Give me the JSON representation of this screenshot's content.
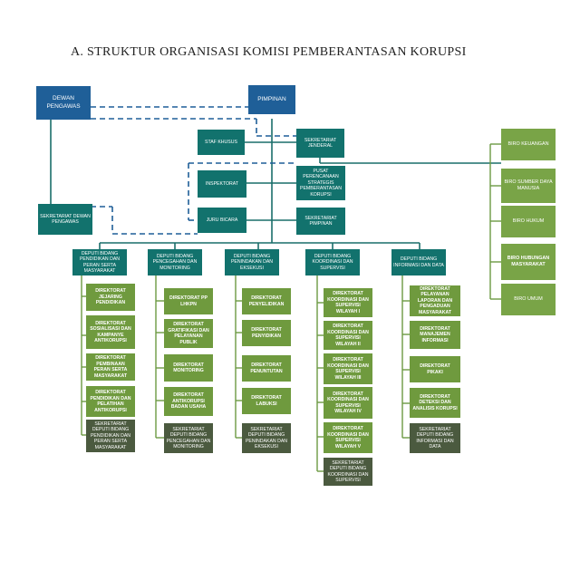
{
  "title": "A.  STRUKTUR ORGANISASI KOMISI PEMBERANTASAN KORUPSI",
  "top": {
    "dewan_pengawas": "DEWAN PENGAWAS",
    "pimpinan": "PIMPINAN",
    "staf_khusus": "STAF KHUSUS",
    "sekretariat_jenderal": "SEKRETARIAT JENDERAL",
    "inspektorat": "INSPEKTORAT",
    "pusat_perencanaan": "PUSAT PERENCANAAN STRATEGIS PEMBERANTASAN KORUPSI",
    "juru_bicara": "JURU BICARA",
    "sekretariat_pimpinan": "SEKRETARIAT PIMPINAN",
    "sekretariat_dewan": "SEKRETARIAT DEWAN PENGAWAS"
  },
  "biro": [
    "BIRO KEUANGAN",
    "BIRO SUMBER DAYA MANUSIA",
    "BIRO HUKUM",
    "BIRO HUBUNGAN MASYARAKAT",
    "BIRO UMUM"
  ],
  "deputi": [
    {
      "name": "DEPUTI BIDANG PENDIDIKAN DAN PERAN SERTA MASYARAKAT",
      "units": [
        "DIREKTORAT JEJARING PENDIDIKAN",
        "DIREKTORAT SOSIALISASI DAN KAMPANYE ANTIKORUPSI",
        "DIREKTORAT PEMBINAAN PERAN SERTA MASYARAKAT",
        "DIREKTORAT PENDIDIKAN DAN PELATIHAN ANTIKORUPSI"
      ],
      "sekretariat": "SEKRETARIAT DEPUTI BIDANG PENDIDIKAN DAN PERAN SERTA MASYARAKAT"
    },
    {
      "name": "DEPUTI BIDANG PENCEGAHAN DAN MONITORING",
      "units": [
        "DIREKTORAT PP LHKPN",
        "DIREKTORAT GRATIFIKASI DAN PELAYANAN PUBLIK",
        "DIREKTORAT MONITORING",
        "DIREKTORAT ANTIKORUPSI BADAN USAHA"
      ],
      "sekretariat": "SEKRETARIAT DEPUTI BIDANG PENCEGAHAN DAN MONITORING"
    },
    {
      "name": "DEPUTI BIDANG PENINDAKAN DAN EKSEKUSI",
      "units": [
        "DIREKTORAT PENYELIDIKAN",
        "DIREKTORAT PENYIDIKAN",
        "DIREKTORAT PENUNTUTAN",
        "DIREKTORAT LABUKSI"
      ],
      "sekretariat": "SEKRETARIAT DEPUTI BIDANG PENINDAKAN DAN EKSEKUSI"
    },
    {
      "name": "DEPUTI BIDANG KOORDINASI DAN SUPERVISI",
      "units": [
        "DIREKTORAT KOORDINASI DAN SUPERVISI WILAYAH I",
        "DIREKTORAT KOORDINASI DAN SUPERVISI WILAYAH II",
        "DIREKTORAT KOORDINASI DAN SUPERVISI WILAYAH III",
        "DIREKTORAT KOORDINASI DAN SUPERVISI WILAYAH IV",
        "DIREKTORAT KOORDINASI DAN SUPERVISI WILAYAH V"
      ],
      "sekretariat": "SEKRETARIAT DEPUTI BIDANG KOORDINASI DAN SUPERVISI"
    },
    {
      "name": "DEPUTI BIDANG INFORMASI DAN DATA",
      "units": [
        "DIREKTORAT PELAYANAN LAPORAN DAN PENGADUAN MASYARAKAT",
        "DIREKTORAT MANAJEMEN INFORMASI",
        "DIREKTORAT PIKAKI",
        "DIREKTORAT DETEKSI DAN ANALISIS KORUPSI"
      ],
      "sekretariat": "SEKRETARIAT DEPUTI BIDANG INFORMASI DAN DATA"
    }
  ]
}
